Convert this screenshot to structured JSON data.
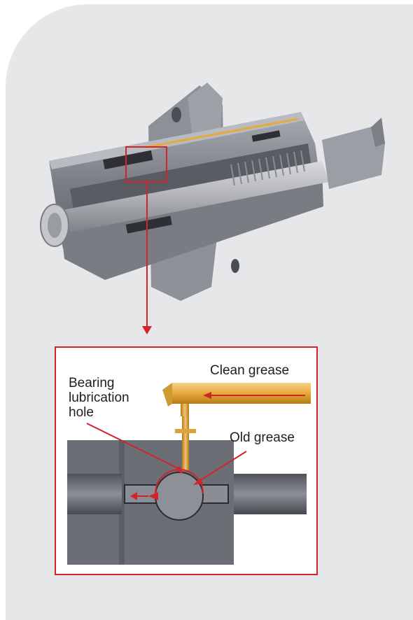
{
  "labels": {
    "clean_grease": "Clean grease",
    "bearing_line1": "Bearing",
    "bearing_line2": "lubrication",
    "bearing_line3": "hole",
    "old_grease": "Old grease"
  },
  "colors": {
    "panel_bg": "#e6e7e8",
    "accent_red": "#d1252b",
    "grease_gold": "#e7a93a",
    "metal_dark": "#6b6d75",
    "metal_mid": "#8c8e96",
    "metal_light": "#b9bbc2"
  },
  "icons": {
    "flow_arrows": "red-arrow-icon",
    "zoom_marker": "red-zoom-box"
  }
}
